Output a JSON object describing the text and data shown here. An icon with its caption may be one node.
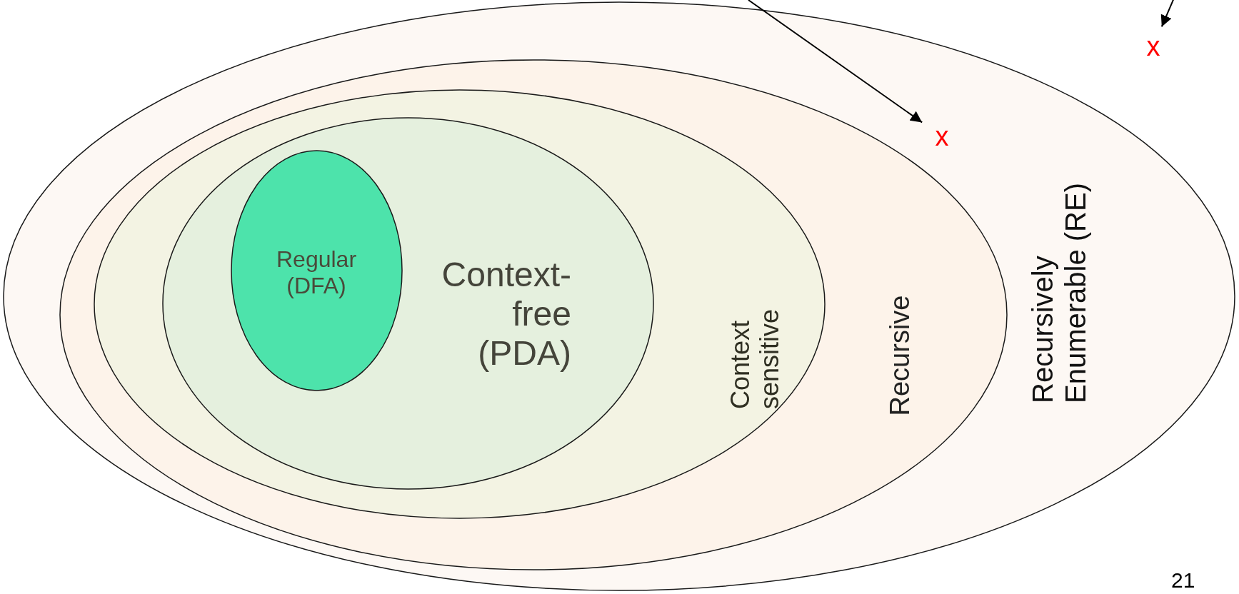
{
  "diagram": {
    "nodes": [
      {
        "text": [
          "Recursively Enumerable (RE)"
        ]
      },
      {
        "text": [
          "Recursive"
        ],
        "in": 0
      },
      {
        "text": [
          "Context sensitive"
        ],
        "in": 1
      },
      {
        "text": [
          "Context-free (PDA)"
        ],
        "in": 2
      },
      {
        "text": [
          "Regular (DFA)"
        ],
        "in": 3
      },
      {
        "text": [
          "x"
        ],
        "in": 0
      },
      {
        "text": [
          "x"
        ]
      }
    ],
    "edges": [
      {
        "from": null,
        "to": 5,
        "arrow": "to"
      },
      {
        "from": null,
        "to": 6,
        "arrow": "to"
      }
    ],
    "labels": [
      "21"
    ]
  }
}
